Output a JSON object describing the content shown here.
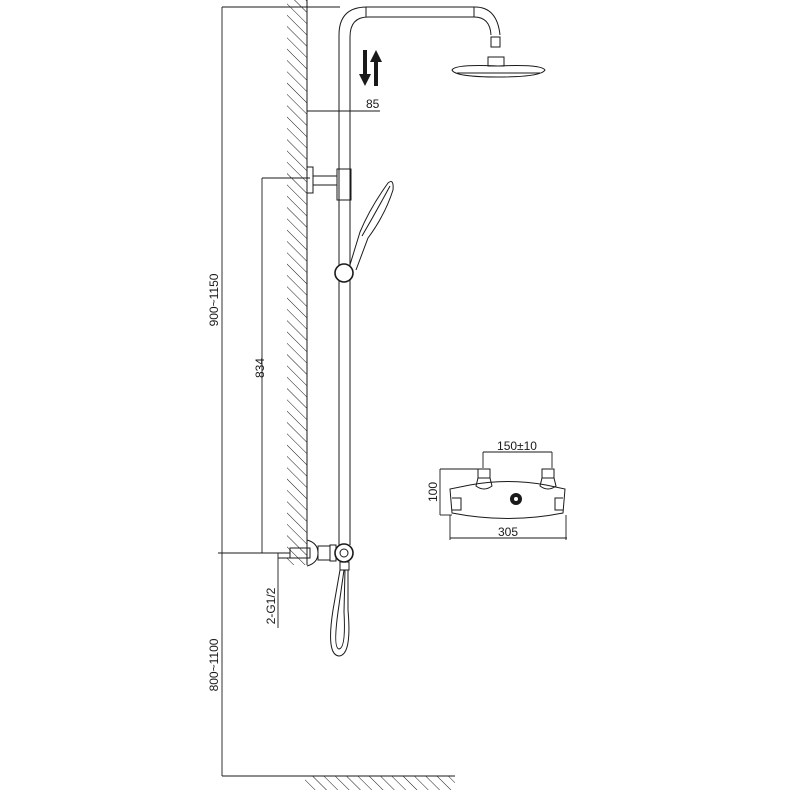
{
  "title": "Thermostatic shower set dimension drawing",
  "dimensions": {
    "wall_offset": "85",
    "total_height": "900~1150",
    "bar_length": "834",
    "inlet_thread": "2-G1/2",
    "mixer_height_from_floor": "800~1100",
    "inlet_spacing": "150±10",
    "mixer_depth": "100",
    "mixer_width": "305"
  },
  "colors": {
    "line": "#1a1a1a",
    "background": "#ffffff"
  }
}
